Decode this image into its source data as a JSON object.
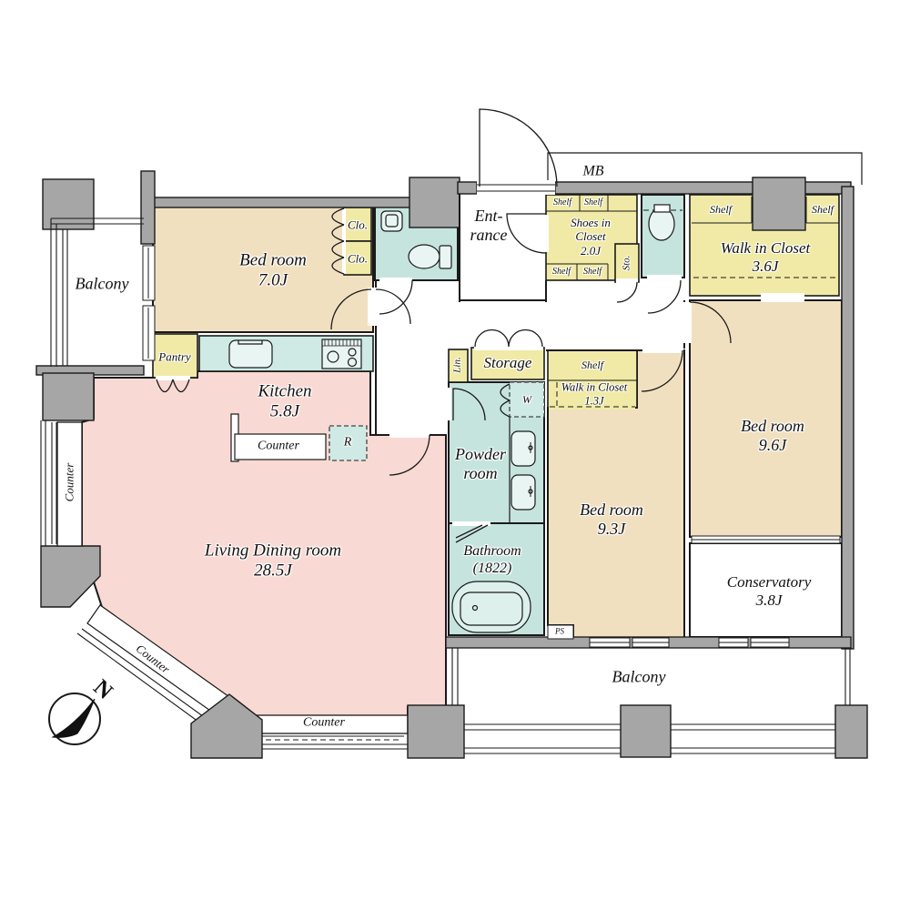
{
  "plan": {
    "compass": "N",
    "meter_box": "MB",
    "balcony_top": "Balcony",
    "balcony_bottom": "Balcony",
    "bedroom1": {
      "name": "Bed room",
      "size": "7.0J"
    },
    "closets": {
      "clo1": "Clo.",
      "clo2": "Clo."
    },
    "pantry": "Pantry",
    "kitchen": {
      "name": "Kitchen",
      "size": "5.8J",
      "counter": "Counter",
      "fridge": "R"
    },
    "entrance": {
      "line1": "Ent-",
      "line2": "rance"
    },
    "shoes_closet": {
      "line1": "Shoes in",
      "line2": "Closet",
      "size": "2.0J",
      "shelves": [
        "Shelf",
        "Shelf",
        "Shelf",
        "Shelf"
      ]
    },
    "storage_small": "Sto.",
    "wic_main": {
      "name": "Walk in Closet",
      "size": "3.6J",
      "shelves": [
        "Shelf",
        "Shelf"
      ]
    },
    "storage": "Storage",
    "linen": "Lin.",
    "washer": "W",
    "wic_small": {
      "shelf": "Shelf",
      "name": "Walk in Closet",
      "size": "1.3J"
    },
    "powder_room": {
      "line1": "Powder",
      "line2": "room"
    },
    "bedroom2": {
      "name": "Bed room",
      "size": "9.3J"
    },
    "bedroom3": {
      "name": "Bed room",
      "size": "9.6J"
    },
    "conservatory": {
      "name": "Conservatory",
      "size": "3.8J"
    },
    "bathroom": {
      "name": "Bathroom",
      "size": "(1822)"
    },
    "pipe_space": "PS",
    "living_dining": {
      "name": "Living Dining room",
      "size": "28.5J"
    },
    "counters": {
      "left": "Counter",
      "diagonal": "Counter",
      "bottom": "Counter"
    },
    "colors": {
      "room_tan": "#F1E0C0",
      "closet_yellow": "#F0EAA6",
      "wet_teal": "#C6E4DE",
      "fixture_teal": "#CFEAE4",
      "living_pink": "#F9D9D3",
      "wall_gray": "#A6A6A6"
    }
  }
}
